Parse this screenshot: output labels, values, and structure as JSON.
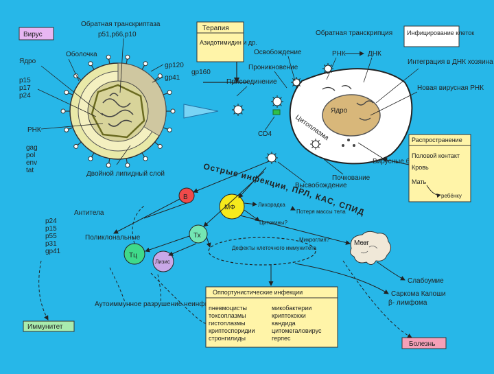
{
  "colors": {
    "background": "#27b7e8",
    "label_box": "#e8b6f2",
    "info_box": "#fff4a8",
    "b_cell": "#ef4a4a",
    "mf_cell": "#f5ea1c",
    "tx_cell": "#74e6b3",
    "tc_cell": "#3fd98a",
    "lysis_cell": "#c9a8e8",
    "nucleus": "#d8b77a",
    "immunity_box": "#a9ecae",
    "disease_box": "#f5a0b8"
  },
  "virion": {
    "title_box": "Вирус",
    "rt_label": "Обратная транскриптаза",
    "rt_proteins": "p51,p66,p10",
    "nucleus_label": "Ядро",
    "envelope_label": "Оболочка",
    "core_proteins": [
      "p15",
      "p17",
      "p24"
    ],
    "gp120": "gp120",
    "gp41": "gp41",
    "gp160": "gp160",
    "rna_label": "РНК",
    "genes": [
      "gag",
      "pol",
      "env",
      "tat"
    ],
    "bilayer_label": "Двойной липидный слой"
  },
  "therapy": {
    "title": "Терапия",
    "drugs": "Азидотимидин и др."
  },
  "cycle": {
    "release": "Освобождение",
    "penetration": "Проникновение",
    "attachment": "Присоединение",
    "cd4": "CD4",
    "reverse_transcription": "Обратная транскрипция",
    "rna": "РНК",
    "dna": "ДНК",
    "infection_box": "Инфицирование клеток",
    "integration": "Интеграция в ДНК хозяина",
    "new_rna": "Новая вирусная РНК",
    "nucleus": "Ядро",
    "cytoplasm": "Цитоплазма",
    "viral_proteins": "Вирусные белки",
    "budding": "Почкование",
    "egress": "Высвобождение"
  },
  "spread": {
    "title": "Распространение",
    "routes": [
      "Половой контакт",
      "Кровь",
      "Мать"
    ],
    "to_child": "ребёнку"
  },
  "curve_caption": "Острые инфекции, ПРЛ, КАС, СПИД",
  "immune": {
    "b_cell": "В",
    "antibodies": "Антитела",
    "polyclonal": "Поликлональные",
    "antibody_proteins": [
      "p24",
      "p15",
      "p55",
      "p31",
      "gp41"
    ],
    "mf": "МФ",
    "fever": "Лихорадка",
    "cytokines": "Цитокины?",
    "weight_loss": "Потеря массы тела",
    "microglia": "Микроглия?",
    "brain": "Мозг",
    "tx": "Тх",
    "tc": "Тц",
    "lysis": "Лизис",
    "immunity_defect": "Дефекты клеточного иммунитета",
    "autoimmune": "Аутоиммунное разрушение неинфицированных Тх?",
    "dementia": "Слабоумие",
    "kaposi": "Саркома Капоши",
    "lymphoma": "β- лимфома"
  },
  "opportunistic": {
    "title": "Оппортунистические инфекции",
    "left": [
      "пневмоцисты",
      "токсоплазмы",
      "гистоплазмы",
      "криптоспоридии",
      "стронгилиды"
    ],
    "right": [
      "микобактерии",
      "криптококки",
      "кандида",
      "цитомегаловирус",
      "герпес"
    ]
  },
  "legend": {
    "immunity": "Иммунитет",
    "disease": "Болезнь"
  }
}
